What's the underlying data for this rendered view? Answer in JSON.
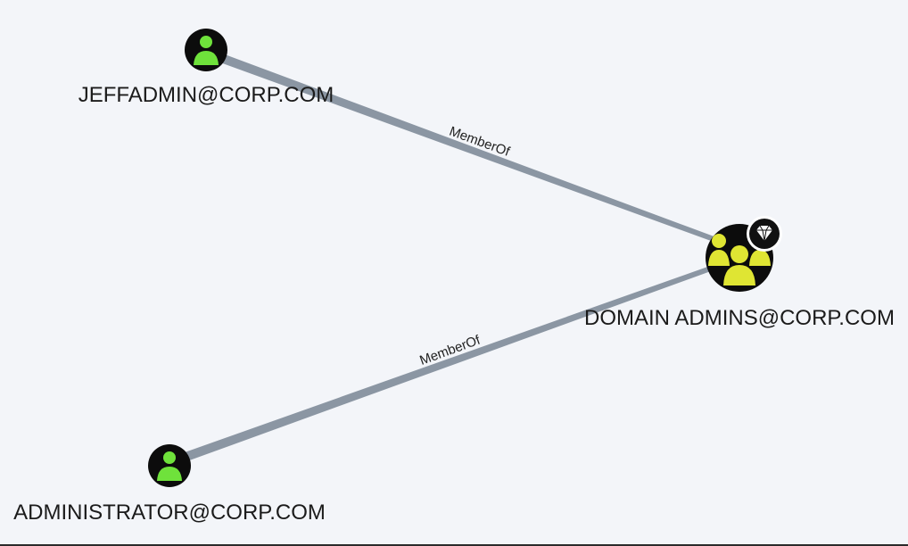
{
  "colors": {
    "background": "#f3f5f9",
    "edge": "#7f8c99",
    "node_fill": "#0c0c0c",
    "user_icon": "#6fe23b",
    "group_icon": "#dfe533",
    "badge_bg": "#111111",
    "badge_icon": "#ffffff"
  },
  "nodes": {
    "jeffadmin": {
      "label": "JEFFADMIN@CORP.COM",
      "type": "user",
      "icon": "user-icon"
    },
    "administrator": {
      "label": "ADMINISTRATOR@CORP.COM",
      "type": "user",
      "icon": "user-icon"
    },
    "domain_admins": {
      "label": "DOMAIN ADMINS@CORP.COM",
      "type": "group",
      "icon": "group-icon",
      "badge_icon": "diamond-icon"
    }
  },
  "edges": {
    "jeffadmin_to_domain_admins": {
      "label": "MemberOf",
      "from": "JEFFADMIN@CORP.COM",
      "to": "DOMAIN ADMINS@CORP.COM"
    },
    "administrator_to_domain_admins": {
      "label": "MemberOf",
      "from": "ADMINISTRATOR@CORP.COM",
      "to": "DOMAIN ADMINS@CORP.COM"
    }
  }
}
